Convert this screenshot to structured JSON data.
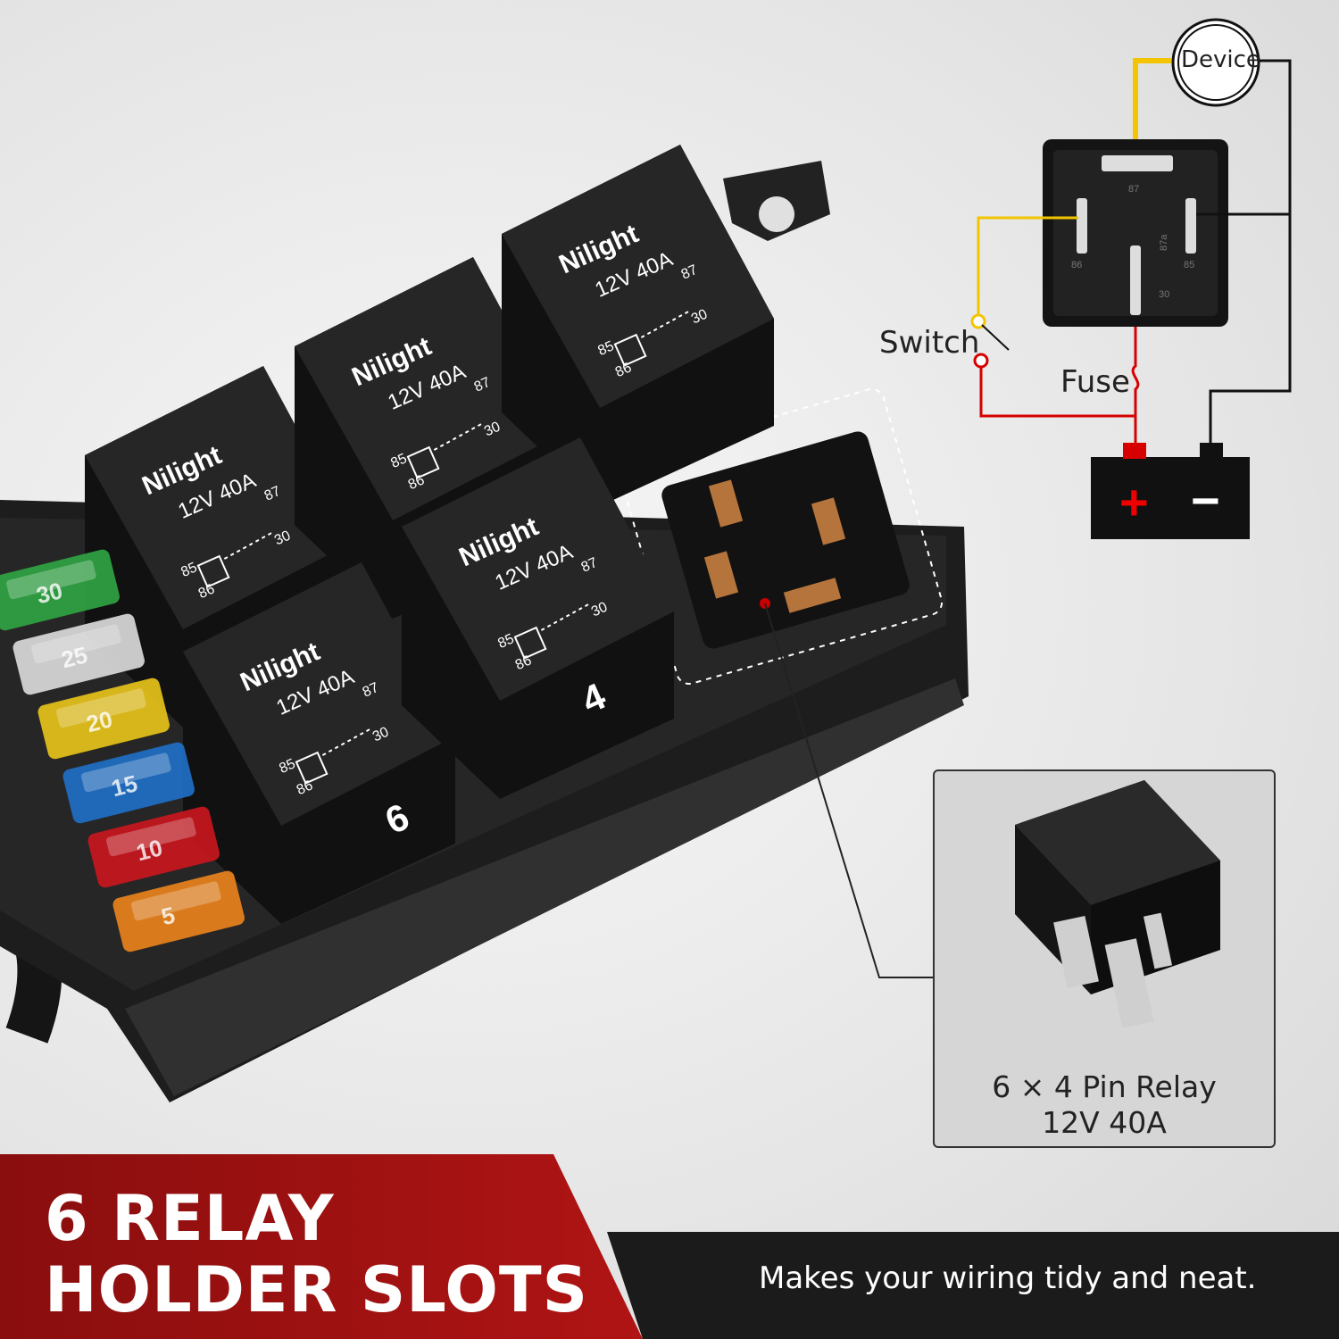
{
  "diagram": {
    "device_label": "Device",
    "switch_label": "Switch",
    "fuse_label": "Fuse",
    "battery_plus": "+",
    "battery_minus": "−",
    "socket_pins": [
      "87",
      "87a",
      "86",
      "85",
      "30"
    ]
  },
  "relays": [
    {
      "brand": "Nilight",
      "rating": "12V  40A",
      "pins": [
        "85",
        "86",
        "87",
        "30"
      ]
    },
    {
      "brand": "Nilight",
      "rating": "12V  40A",
      "pins": [
        "85",
        "86",
        "87",
        "30"
      ]
    },
    {
      "brand": "Nilight",
      "rating": "12V  40A",
      "pins": [
        "85",
        "86",
        "87",
        "30"
      ]
    },
    {
      "brand": "Nilight",
      "rating": "12V  40A",
      "pins": [
        "85",
        "86",
        "87",
        "30"
      ]
    },
    {
      "brand": "Nilight",
      "rating": "12V  40A",
      "pins": [
        "85",
        "86",
        "87",
        "30"
      ]
    }
  ],
  "slot_numbers": [
    "6",
    "4"
  ],
  "fuses": [
    {
      "value": "30",
      "color": "#2fa343"
    },
    {
      "value": "25",
      "color": "#d9d9d9"
    },
    {
      "value": "20",
      "color": "#e6c21a"
    },
    {
      "value": "15",
      "color": "#1f6fc4"
    },
    {
      "value": "10",
      "color": "#c8161d"
    },
    {
      "value": "5",
      "color": "#e8821c"
    }
  ],
  "inset": {
    "caption_line1": "6 × 4 Pin Relay",
    "caption_line2": "12V 40A"
  },
  "banner": {
    "title_line1": "6 RELAY",
    "title_line2": "HOLDER SLOTS",
    "subtitle": "Makes your wiring tidy and neat.",
    "red": "#a01212",
    "black": "#1b1b1b"
  }
}
